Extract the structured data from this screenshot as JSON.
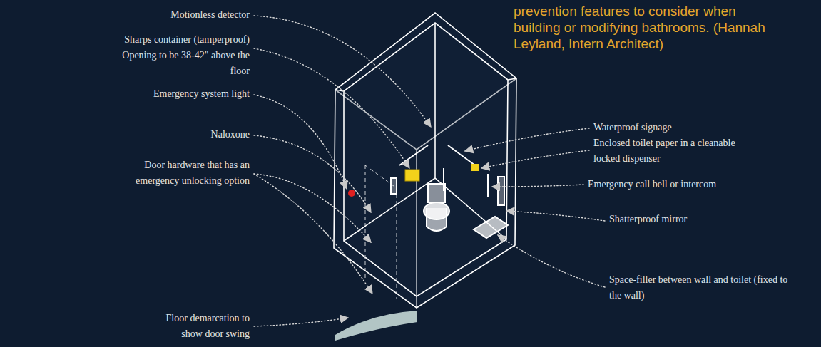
{
  "diagram": {
    "caption": "prevention features to consider when building or modifying bathrooms. (Hannah Leyland, Intern Architect)",
    "labels": [
      "Motionless detector",
      "Sharps container (tamperproof) Opening to be 38-42\" above the floor",
      "Emergency system light",
      "Naloxone",
      "Door hardware that has an emergency unlocking option",
      "Floor demarcation to show door swing",
      "Waterproof signage",
      "Enclosed toilet paper in a cleanable locked dispenser",
      "Emergency call bell or intercom",
      "Shatterproof mirror",
      "Space-filler between wall and toilet (fixed to the wall)"
    ]
  }
}
